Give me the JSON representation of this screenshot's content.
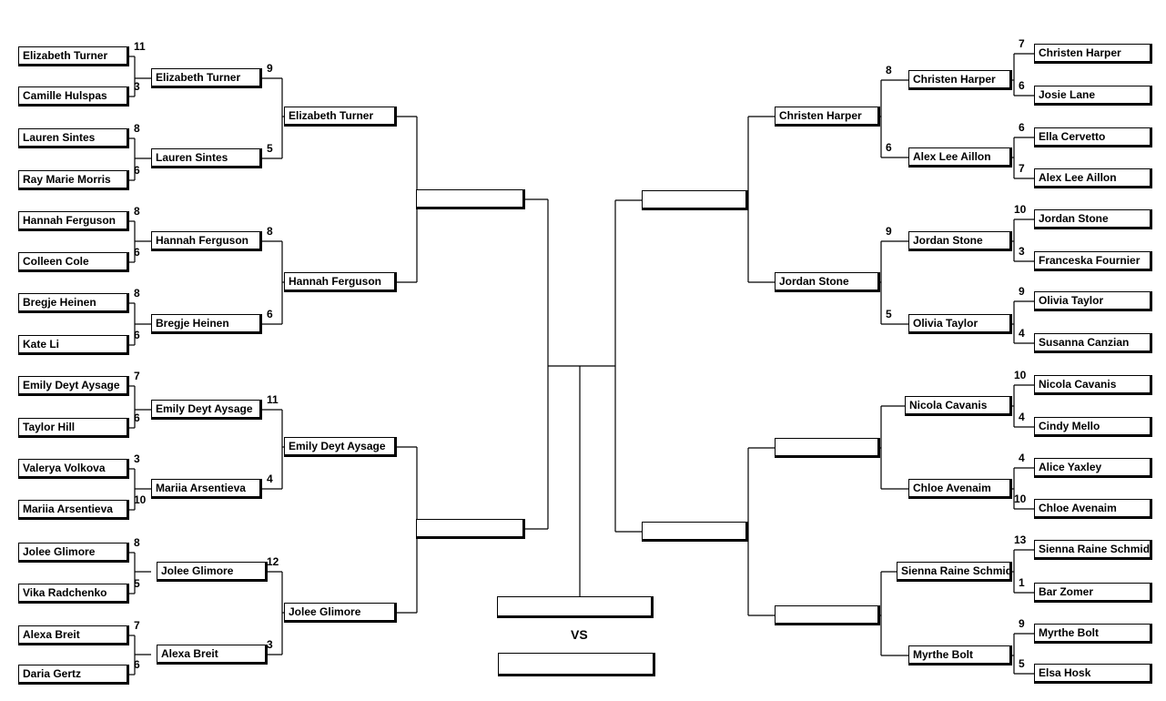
{
  "left": {
    "round1": [
      {
        "name": "Elizabeth Turner",
        "score": "11"
      },
      {
        "name": "Camille Hulspas",
        "score": "3"
      },
      {
        "name": "Lauren Sintes",
        "score": "8"
      },
      {
        "name": "Ray Marie Morris",
        "score": "6"
      },
      {
        "name": "Hannah Ferguson",
        "score": "8"
      },
      {
        "name": "Colleen Cole",
        "score": "6"
      },
      {
        "name": "Bregje Heinen",
        "score": "8"
      },
      {
        "name": "Kate Li",
        "score": "6"
      },
      {
        "name": "Emily Deyt Aysage",
        "score": "7"
      },
      {
        "name": "Taylor Hill",
        "score": "6"
      },
      {
        "name": "Valerya Volkova",
        "score": "3"
      },
      {
        "name": "Mariia Arsentieva",
        "score": "10"
      },
      {
        "name": "Jolee Glimore",
        "score": "8"
      },
      {
        "name": "Vika Radchenko",
        "score": "5"
      },
      {
        "name": "Alexa Breit",
        "score": "7"
      },
      {
        "name": "Daria Gertz",
        "score": "6"
      }
    ],
    "round2": [
      {
        "name": "Elizabeth Turner",
        "score": "9"
      },
      {
        "name": "Lauren Sintes",
        "score": "5"
      },
      {
        "name": "Hannah Ferguson",
        "score": "8"
      },
      {
        "name": "Bregje Heinen",
        "score": "6"
      },
      {
        "name": "Emily Deyt Aysage",
        "score": "11"
      },
      {
        "name": "Mariia Arsentieva",
        "score": "4"
      },
      {
        "name": "Jolee Glimore",
        "score": "12"
      },
      {
        "name": "Alexa Breit",
        "score": "3"
      }
    ],
    "round3": [
      {
        "name": "Elizabeth Turner"
      },
      {
        "name": "Hannah Ferguson"
      },
      {
        "name": "Emily Deyt Aysage"
      },
      {
        "name": "Jolee Glimore"
      }
    ],
    "round4": [
      {
        "name": ""
      },
      {
        "name": ""
      }
    ]
  },
  "right": {
    "round1": [
      {
        "name": "Christen Harper",
        "score": "7"
      },
      {
        "name": "Josie Lane",
        "score": "6"
      },
      {
        "name": "Ella Cervetto",
        "score": "6"
      },
      {
        "name": "Alex Lee Aillon",
        "score": "7"
      },
      {
        "name": "Jordan Stone",
        "score": "10"
      },
      {
        "name": "Franceska Fournier",
        "score": "3"
      },
      {
        "name": "Olivia Taylor",
        "score": "9"
      },
      {
        "name": "Susanna Canzian",
        "score": "4"
      },
      {
        "name": "Nicola Cavanis",
        "score": "10"
      },
      {
        "name": "Cindy Mello",
        "score": "4"
      },
      {
        "name": "Alice Yaxley",
        "score": "4"
      },
      {
        "name": "Chloe Avenaim",
        "score": "10"
      },
      {
        "name": "Sienna Raine Schmidt",
        "score": "13"
      },
      {
        "name": "Bar Zomer",
        "score": "1"
      },
      {
        "name": "Myrthe Bolt",
        "score": "9"
      },
      {
        "name": "Elsa Hosk",
        "score": "5"
      }
    ],
    "round2": [
      {
        "name": "Christen Harper",
        "score": "8"
      },
      {
        "name": "Alex Lee Aillon",
        "score": "6"
      },
      {
        "name": "Jordan Stone",
        "score": "9"
      },
      {
        "name": "Olivia Taylor",
        "score": "5"
      },
      {
        "name": "Nicola Cavanis",
        "score": ""
      },
      {
        "name": "Chloe Avenaim",
        "score": ""
      },
      {
        "name": "Sienna Raine Schmidt",
        "score": ""
      },
      {
        "name": "Myrthe Bolt",
        "score": ""
      }
    ],
    "round3": [
      {
        "name": "Christen Harper"
      },
      {
        "name": "Jordan Stone"
      },
      {
        "name": ""
      },
      {
        "name": ""
      }
    ],
    "round4": [
      {
        "name": ""
      },
      {
        "name": ""
      }
    ]
  },
  "final": {
    "top": "",
    "bottom": "",
    "vs_label": "VS"
  }
}
